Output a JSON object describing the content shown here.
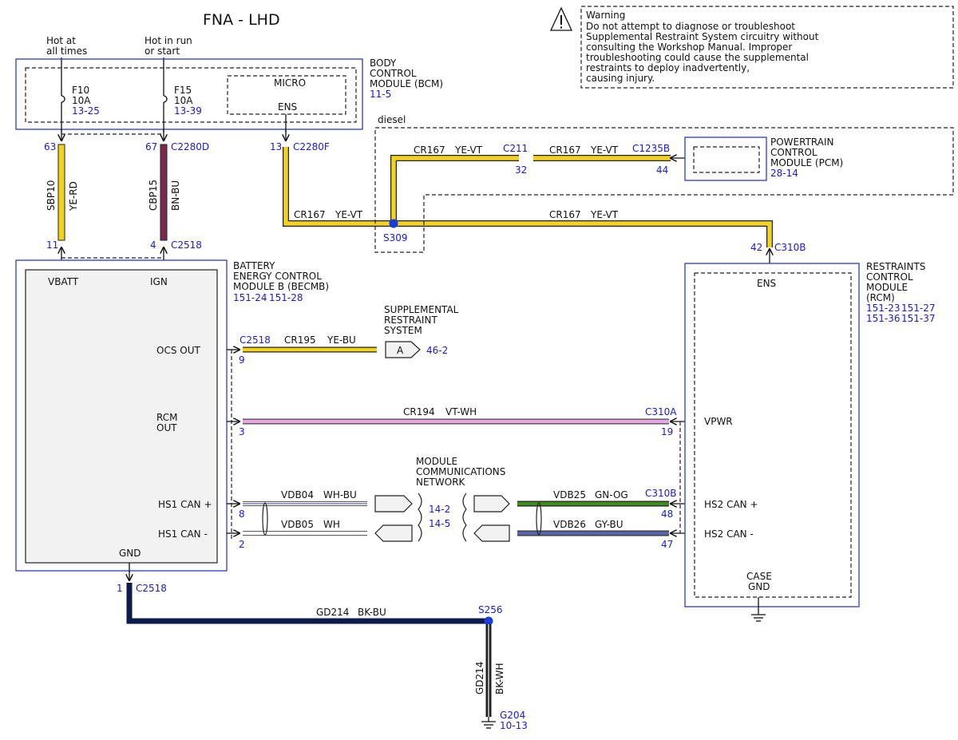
{
  "title": "FNA - LHD",
  "warning": {
    "heading": "Warning",
    "lines": [
      "Do not attempt to diagnose or troubleshoot",
      "Supplemental Restraint System circuitry without",
      "consulting the Workshop Manual. Improper",
      "troubleshooting could cause the supplemental",
      "restraints to deploy inadvertently,",
      "causing injury."
    ]
  },
  "power": {
    "hot_at_all_times": [
      "Hot at",
      "all times"
    ],
    "hot_in_run": [
      "Hot in run",
      "or start"
    ]
  },
  "bcm": {
    "name": [
      "BODY",
      "CONTROL",
      "MODULE (BCM)"
    ],
    "ref": "11-5",
    "fuse1": {
      "name": "F10",
      "amps": "10A",
      "ref": "13-25"
    },
    "fuse2": {
      "name": "F15",
      "amps": "10A",
      "ref": "13-39"
    },
    "micro": "MICRO",
    "ens": "ENS"
  },
  "pcm": {
    "name": [
      "POWERTRAIN",
      "CONTROL",
      "MODULE (PCM)"
    ],
    "ref": "28-14"
  },
  "diesel_label": "diesel",
  "becmb": {
    "name": [
      "BATTERY",
      "ENERGY CONTROL",
      "MODULE B (BECMB)"
    ],
    "refs": [
      "151-24",
      "151-28"
    ],
    "pins": {
      "vbatt": "VBATT",
      "ign": "IGN",
      "ocs_out": "OCS OUT",
      "rcm_out": [
        "RCM",
        "OUT"
      ],
      "hs1_can_plus": "HS1 CAN +",
      "hs1_can_minus": "HS1 CAN -",
      "gnd": "GND"
    }
  },
  "rcm": {
    "name": [
      "RESTRAINTS",
      "CONTROL",
      "MODULE",
      "(RCM)"
    ],
    "refs": [
      "151-23",
      "151-27",
      "151-36",
      "151-37"
    ],
    "pins": {
      "ens": "ENS",
      "vpwr": "VPWR",
      "hs2_can_plus": "HS2 CAN +",
      "hs2_can_minus": "HS2 CAN -",
      "case_gnd": [
        "CASE",
        "GND"
      ]
    }
  },
  "srs": {
    "name": [
      "SUPPLEMENTAL",
      "RESTRAINT",
      "SYSTEM"
    ],
    "connector": "A",
    "ref": "46-2"
  },
  "mcn": {
    "name": [
      "MODULE",
      "COMMUNICATIONS",
      "NETWORK"
    ],
    "refs": [
      "14-2",
      "14-5"
    ]
  },
  "connectors": {
    "c2280d": "C2280D",
    "c2280f": "C2280F",
    "c2518": "C2518",
    "c211": "C211",
    "c1235b": "C1235B",
    "c310b": "C310B",
    "c310a": "C310A"
  },
  "pins": {
    "p63": "63",
    "p67": "67",
    "p13": "13",
    "p11": "11",
    "p4": "4",
    "p32": "32",
    "p44": "44",
    "p42": "42",
    "p9": "9",
    "p3": "3",
    "p19": "19",
    "p8": "8",
    "p2": "2",
    "p48": "48",
    "p47": "47",
    "p1": "1"
  },
  "splices": {
    "s309": "S309",
    "s256": "S256"
  },
  "ground": {
    "name": "G204",
    "ref": "10-13"
  },
  "wires": {
    "sbp10": {
      "circuit": "SBP10",
      "color": "YE-RD"
    },
    "cbp15": {
      "circuit": "CBP15",
      "color": "BN-BU"
    },
    "cr167": {
      "circuit": "CR167",
      "color": "YE-VT"
    },
    "cr195": {
      "circuit": "CR195",
      "color": "YE-BU"
    },
    "cr194": {
      "circuit": "CR194",
      "color": "VT-WH"
    },
    "vdb04": {
      "circuit": "VDB04",
      "color": "WH-BU"
    },
    "vdb05": {
      "circuit": "VDB05",
      "color": "WH"
    },
    "vdb25": {
      "circuit": "VDB25",
      "color": "GN-OG"
    },
    "vdb26": {
      "circuit": "VDB26",
      "color": "GY-BU"
    },
    "gd214": {
      "circuit": "GD214",
      "color": "BK-BU"
    },
    "gd214b": {
      "circuit": "GD214",
      "color": "BK-WH"
    }
  },
  "colors": {
    "yellow": "#f2d21c",
    "brown": "#7a2a4e",
    "violet": "#e7a6e2",
    "green": "#3f8a1a",
    "gray_blue": "#5865a8",
    "black_blue": "#0d1a4c",
    "black": "#222222",
    "ref_blue": "#1a1ad6",
    "module_blue": "#2a3ad0"
  }
}
